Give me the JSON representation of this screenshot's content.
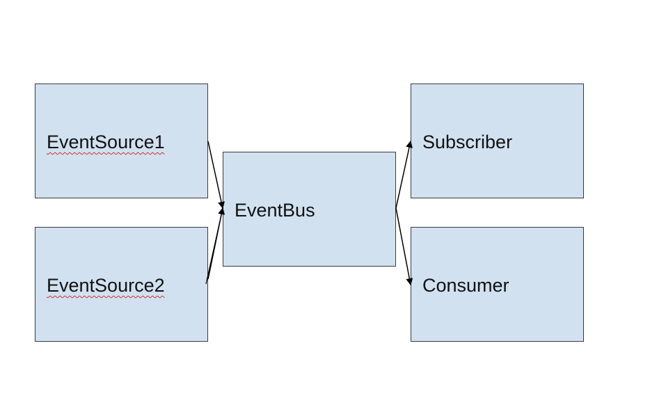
{
  "diagram": {
    "nodes": [
      {
        "id": "source1",
        "label": "EventSource1"
      },
      {
        "id": "source2",
        "label": "EventSource2"
      },
      {
        "id": "bus",
        "label": "EventBus"
      },
      {
        "id": "sub",
        "label": "Subscriber"
      },
      {
        "id": "consumer",
        "label": "Consumer"
      }
    ],
    "edges": [
      {
        "from": "source1",
        "to": "bus"
      },
      {
        "from": "source2",
        "to": "bus"
      },
      {
        "from": "bus",
        "to": "sub"
      },
      {
        "from": "bus",
        "to": "consumer"
      }
    ]
  },
  "colors": {
    "node_fill": "#d1e1f0",
    "node_border": "#3a3a3a",
    "edge": "#000000",
    "spellcheck_underline": "#d03030"
  }
}
